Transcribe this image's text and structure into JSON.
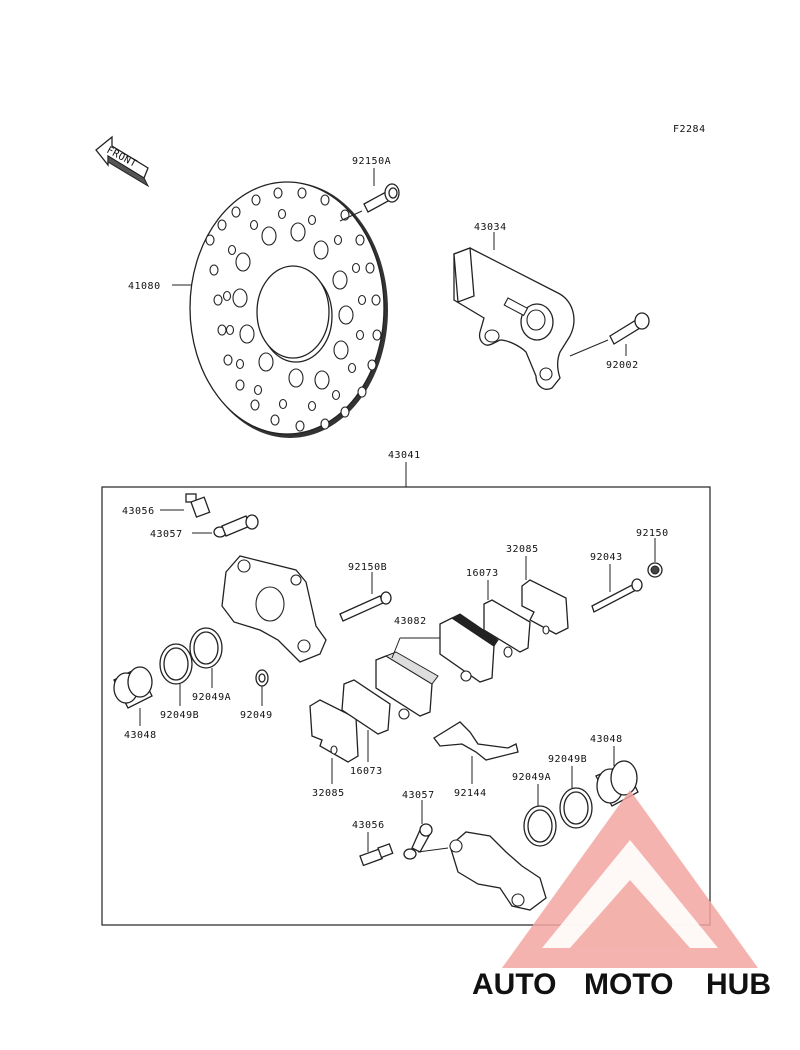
{
  "figure_code": "F2284",
  "front_label": "FRONT",
  "part_numbers": {
    "bolt_top": "92150A",
    "caliper_bracket": "43034",
    "disc": "41080",
    "bracket_bolt": "92002",
    "caliper_assembly": "43041",
    "bleeder_top": "43056",
    "bleeder_cap_top": "43057",
    "pin_bolt_b": "92150B",
    "pad_spring_top": "32085",
    "shim_top": "16073",
    "pad_right": "43082",
    "pin_92043": "92043",
    "pin_cap_92150": "92150",
    "piston_left": "43048",
    "dust_seal_left": "92049B",
    "piston_seal_left": "92049A",
    "small_seal": "92049",
    "pad_spring_left": "32085",
    "shim_left": "16073",
    "anti_rattle": "92144",
    "bleeder_cap_bottom": "43057",
    "bleeder_bottom": "43056",
    "piston_seal_right": "92049A",
    "dust_seal_right": "92049B",
    "piston_right": "43048"
  },
  "watermark": {
    "part1": "AUTO",
    "part2": "MOTO",
    "part3": "HUB",
    "colors": {
      "orange": "#f4a23a",
      "red": "#e8463c",
      "gray": "#6b6b6b",
      "logo_fill": "#f2a6a0"
    }
  }
}
